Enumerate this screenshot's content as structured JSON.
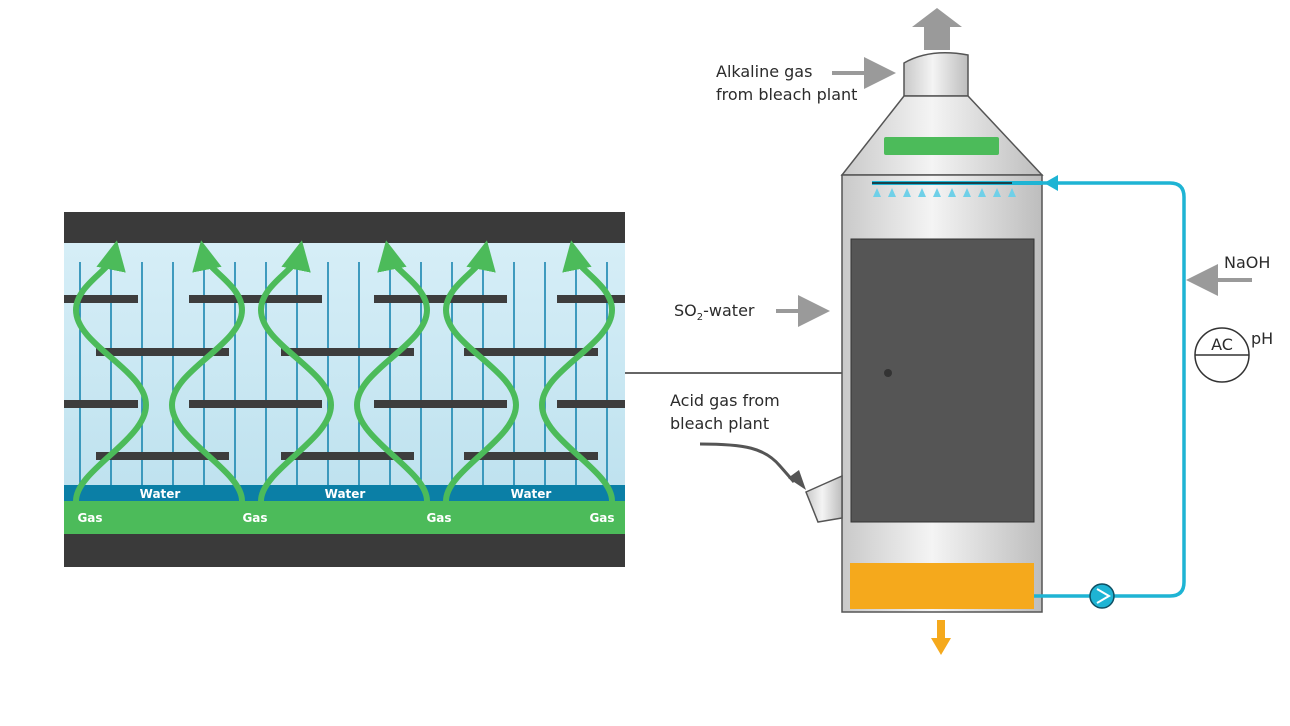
{
  "labels": {
    "alkaline_gas_line1": "Alkaline gas",
    "alkaline_gas_line2": "from bleach plant",
    "so2_water_prefix": "SO",
    "so2_water_sub": "2",
    "so2_water_suffix": "-water",
    "acid_gas_line1": "Acid gas from",
    "acid_gas_line2": "bleach plant",
    "naoh": "NaOH",
    "ac": "AC",
    "ph": "pH"
  },
  "inset": {
    "water_labels": [
      "Water",
      "Water",
      "Water"
    ],
    "gas_labels": [
      "Gas",
      "Gas",
      "Gas",
      "Gas"
    ]
  },
  "colors": {
    "gas_green": "#4cbb5a",
    "water_blue": "#0b7fa6",
    "pipe_cyan": "#1eb4d4",
    "packing_dark": "#555555",
    "liquid_orange": "#f5a91c",
    "arrow_gray": "#9a9a9a",
    "inset_bg": "#cfe9f3",
    "inset_frame": "#3a3a3a"
  }
}
